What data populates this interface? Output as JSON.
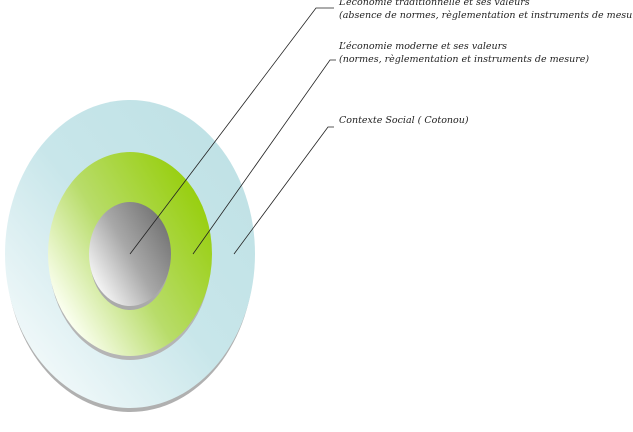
{
  "labels": {
    "traditional": {
      "line1": "L’économie traditionnelle et ses valeurs",
      "line2": "(absence de normes, règlementation et instruments de mesure)"
    },
    "modern": {
      "line1": "L’économie moderne et ses valeurs",
      "line2": "(normes, règlementation et instruments de mesure)"
    },
    "context": {
      "line1": "Contexte Social ( Cotonou)"
    }
  },
  "colors": {
    "outer": "#bfe1e5",
    "middle": "#9ccf1a",
    "inner": "#808080"
  }
}
